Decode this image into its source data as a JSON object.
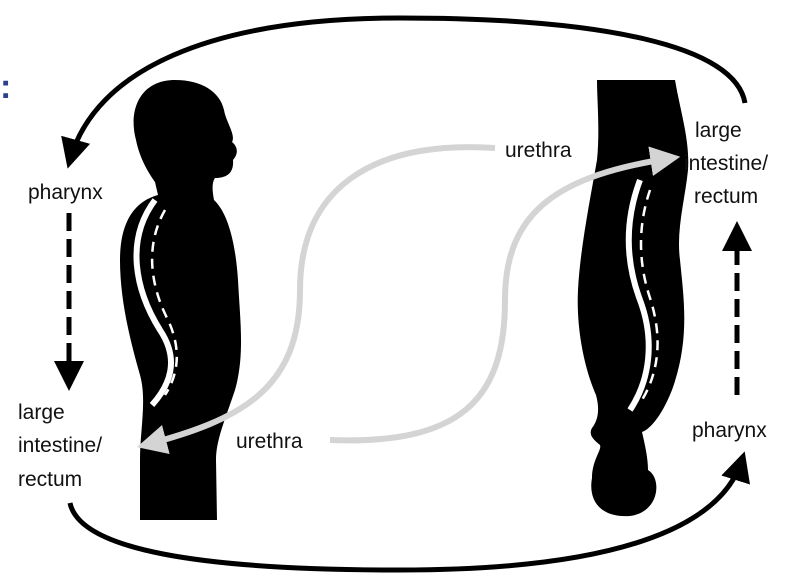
{
  "colors": {
    "background": "#ffffff",
    "silhouette": "#000000",
    "arrow": "#000000",
    "urethra_arrow": "#d4d4d4",
    "spine_line": "#ffffff",
    "label_text": "#111111",
    "fragment_text": "#2b3f8c"
  },
  "fragment_text": ":",
  "left_figure": {
    "pharynx_label": "pharynx",
    "intestine_label_lines": [
      "large",
      "intestine/",
      "rectum"
    ],
    "urethra_label": "urethra"
  },
  "right_figure": {
    "pharynx_label": "pharynx",
    "intestine_label_lines": [
      "large",
      "intestine/",
      "rectum"
    ],
    "urethra_label": "urethra"
  },
  "icons": {
    "left_figure": "upright-human-silhouette",
    "right_figure": "inverted-human-silhouette"
  }
}
